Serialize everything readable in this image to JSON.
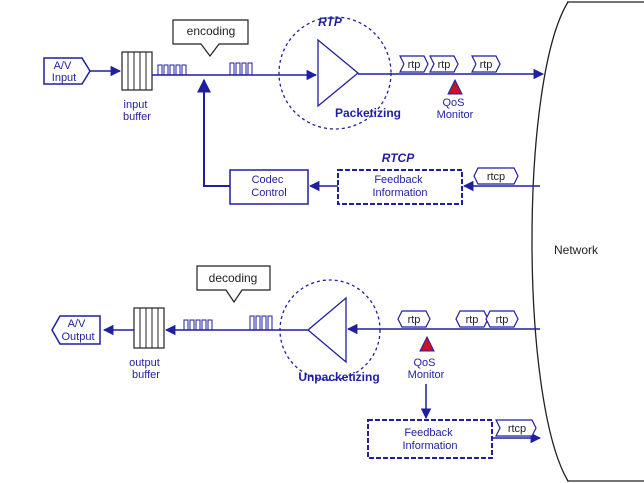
{
  "colors": {
    "line": "#1f1fa0",
    "text_dark": "#222222",
    "text_blue": "#1f1fa0",
    "warning_red": "#cc1122",
    "box_fill": "#ffffff"
  },
  "sender": {
    "input_label": [
      "A/V",
      "Input"
    ],
    "input_buffer_label": [
      "input",
      "buffer"
    ],
    "encoding_label": "encoding",
    "rtp_label": "RTP",
    "packetizing_label": "Packetizing",
    "packets": [
      "rtp",
      "rtp",
      "rtp"
    ],
    "qos_label": [
      "QoS",
      "Monitor"
    ]
  },
  "feedback_loop": {
    "rtcp_label": "RTCP",
    "feedback_label": [
      "Feedback",
      "Information"
    ],
    "codec_label": [
      "Codec",
      "Control"
    ],
    "rtcp_packet": "rtcp"
  },
  "network_label": "Network",
  "receiver": {
    "output_label": [
      "A/V",
      "Output"
    ],
    "output_buffer_label": [
      "output",
      "buffer"
    ],
    "decoding_label": "decoding",
    "unpacketizing_label": "Unpacketizing",
    "packets": [
      "rtp",
      "rtp",
      "rtp"
    ],
    "qos_label": [
      "QoS",
      "Monitor"
    ],
    "feedback_label": [
      "Feedback",
      "Information"
    ],
    "rtcp_packet": "rtcp"
  }
}
